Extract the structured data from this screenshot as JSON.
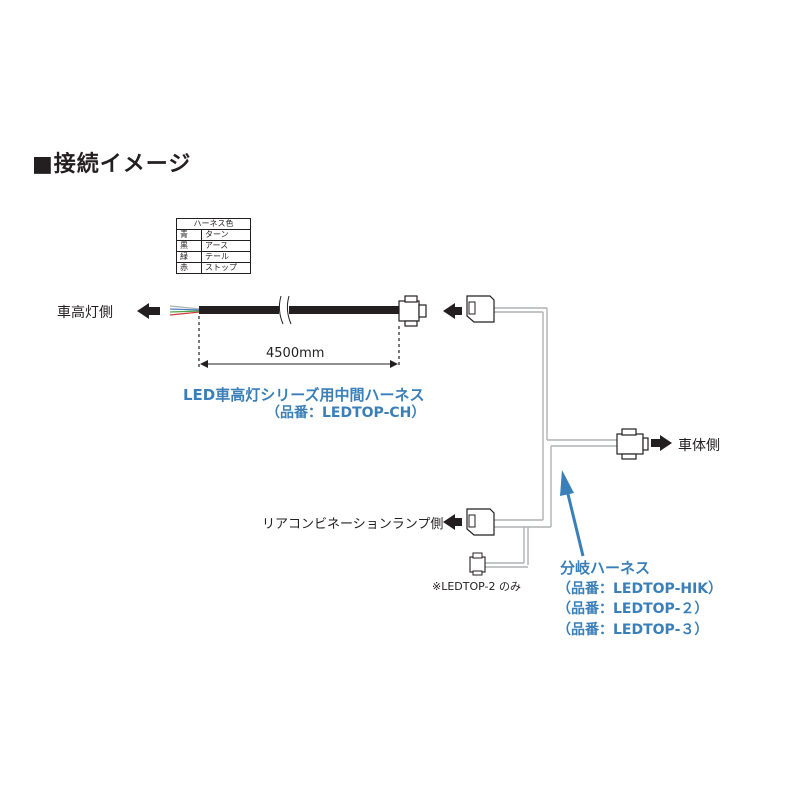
{
  "title": "■接続イメージ",
  "harness_color_table": {
    "header": "ハーネス色",
    "rows": [
      {
        "color": "青",
        "function": "ターン"
      },
      {
        "color": "黒",
        "function": "アース"
      },
      {
        "color": "緑",
        "function": "テール"
      },
      {
        "color": "赤",
        "function": "ストップ"
      }
    ]
  },
  "labels": {
    "vehicle_light_side": "車高灯側",
    "length": "4500mm",
    "body_side": "車体側",
    "rear_combination_side": "リアコンビネーションランプ側",
    "ledtop2_only_note": "※LEDTOP-2 のみ"
  },
  "intermediate_harness": {
    "name": "LED車高灯シリーズ用中間ハーネス",
    "part": "（品番：LEDTOP-CH）"
  },
  "branch_harness": {
    "name": "分岐ハーネス",
    "parts": [
      "（品番：LEDTOP-HIK）",
      "（品番：LEDTOP-２）",
      "（品番：LEDTOP-３）"
    ]
  },
  "colors": {
    "text": "#231f20",
    "accent_blue": "#3a7fb8",
    "wire_gray": "#aeb0b3",
    "cable": "#231f20",
    "wire_blue": "#4a7fc0",
    "wire_green": "#4aa84a",
    "wire_red": "#d23a3a"
  }
}
